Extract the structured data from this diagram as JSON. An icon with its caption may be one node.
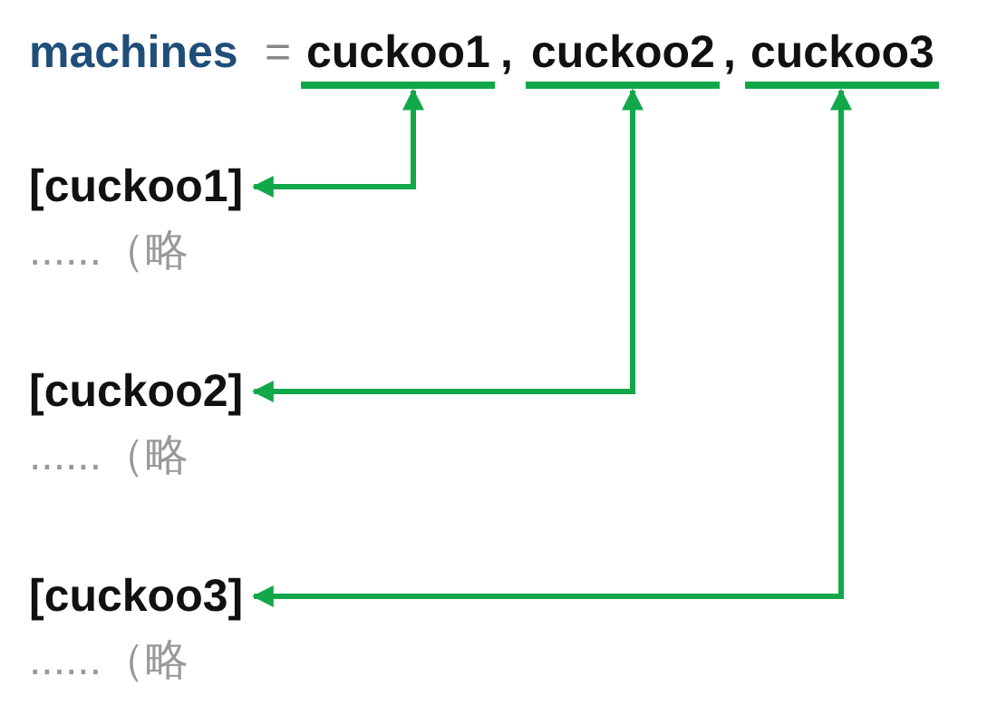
{
  "diagram": {
    "nodes": [
      {
        "text": [
          "cuckoo1"
        ]
      },
      {
        "text": [
          "cuckoo2"
        ]
      },
      {
        "text": [
          "cuckoo3"
        ]
      },
      {
        "text": [
          "[cuckoo1]"
        ],
        "beside": [
          "......（略"
        ]
      },
      {
        "text": [
          "[cuckoo2]"
        ],
        "beside": [
          "......（略"
        ]
      },
      {
        "text": [
          "[cuckoo3]"
        ],
        "beside": [
          "......（略"
        ]
      }
    ],
    "edges": [
      {
        "from": 0,
        "to": 3,
        "arrow": "both"
      },
      {
        "from": 1,
        "to": 4,
        "arrow": "both"
      },
      {
        "from": 2,
        "to": 5,
        "arrow": "both"
      }
    ],
    "labels": [
      "machines",
      "=",
      ",",
      ","
    ]
  }
}
